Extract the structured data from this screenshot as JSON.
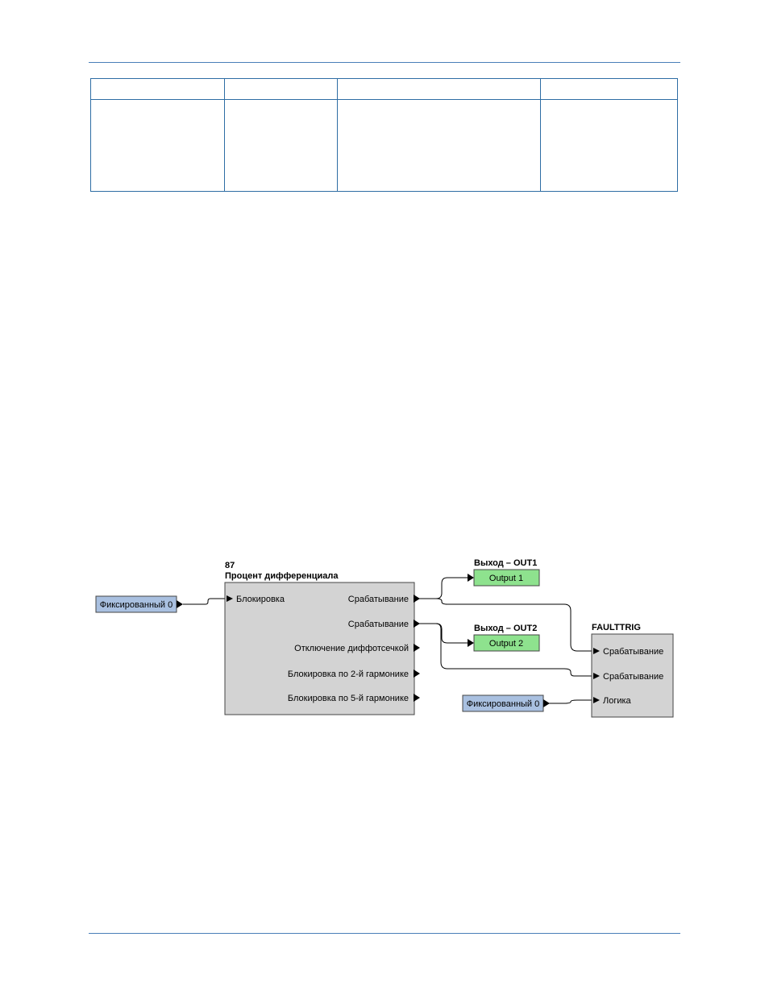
{
  "diagram": {
    "block87": {
      "number": "87",
      "title": "Процент дифференциала",
      "input": "Блокировка",
      "outputs": [
        "Срабатывание",
        "Срабатывание",
        "Отключение диффотсечкой",
        "Блокировка по 2-й гармонике",
        "Блокировка по 5-й гармонике"
      ]
    },
    "fixed_left": {
      "label": "Фиксированный 0"
    },
    "fixed_right": {
      "label": "Фиксированный 0"
    },
    "out1": {
      "title": "Выход – OUT1",
      "label": "Output 1"
    },
    "out2": {
      "title": "Выход – OUT2",
      "label": "Output 2"
    },
    "faulttrig": {
      "title": "FAULTTRIG",
      "inputs": [
        "Срабатывание",
        "Срабатывание",
        "Логика"
      ]
    },
    "colors": {
      "block_fill": "#d3d3d3",
      "fixed_fill": "#a9c0e0",
      "output_fill": "#8ee28e",
      "rule_color": "#4a7fb8"
    }
  }
}
